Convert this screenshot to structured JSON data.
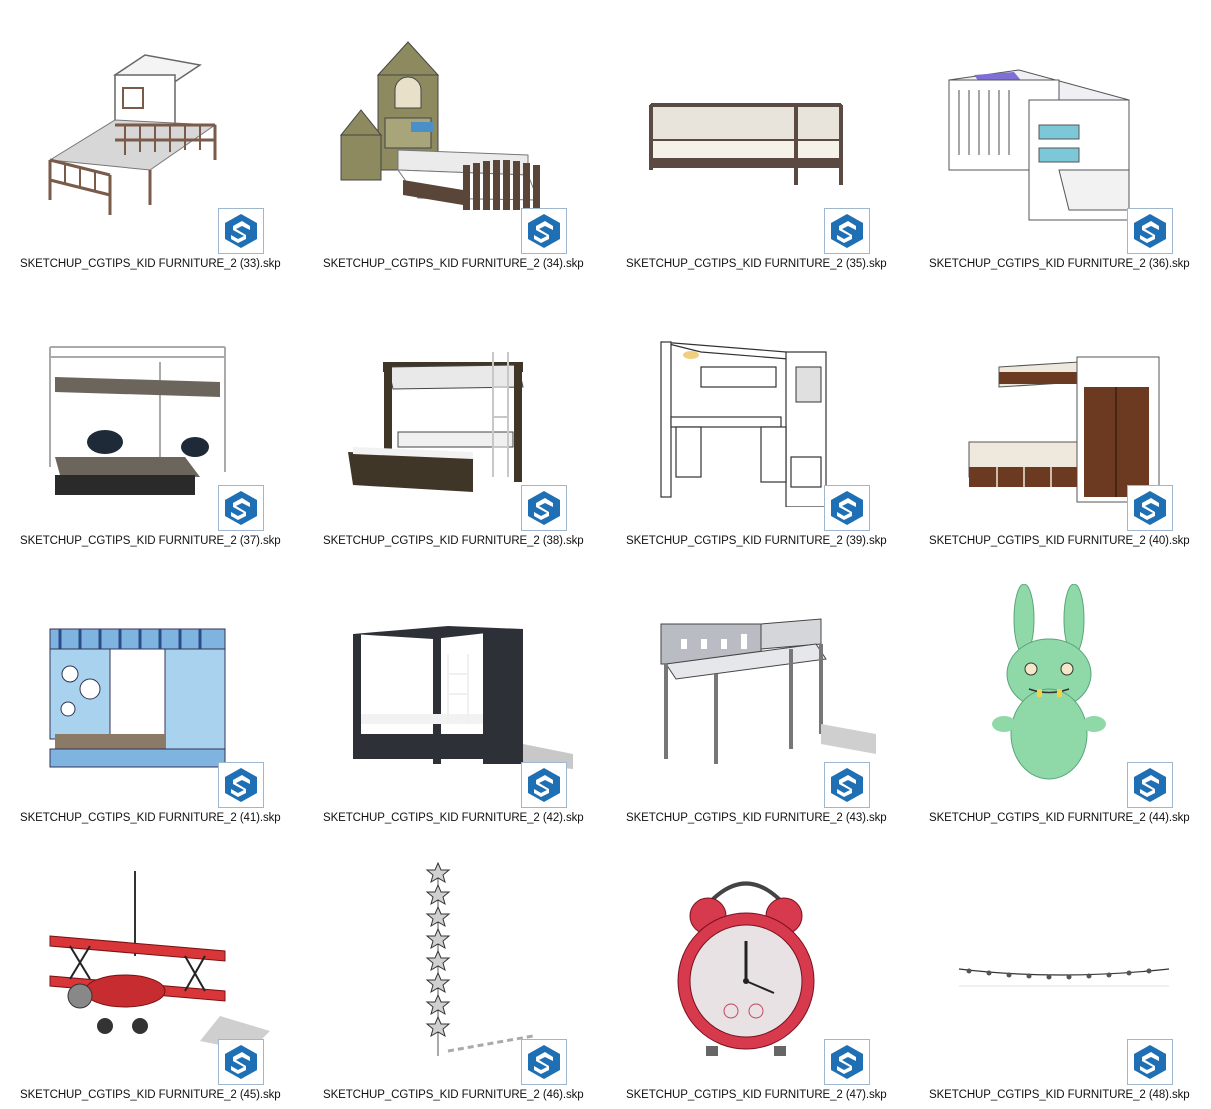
{
  "files": [
    {
      "name": "SKETCHUP_CGTIPS_KID FURNITURE_2 (33).skp",
      "thumbnail": "cabin-bed"
    },
    {
      "name": "SKETCHUP_CGTIPS_KID FURNITURE_2 (34).skp",
      "thumbnail": "house-bed"
    },
    {
      "name": "SKETCHUP_CGTIPS_KID FURNITURE_2 (35).skp",
      "thumbnail": "daybed"
    },
    {
      "name": "SKETCHUP_CGTIPS_KID FURNITURE_2 (36).skp",
      "thumbnail": "crib"
    },
    {
      "name": "SKETCHUP_CGTIPS_KID FURNITURE_2 (37).skp",
      "thumbnail": "metal-bunk-bed"
    },
    {
      "name": "SKETCHUP_CGTIPS_KID FURNITURE_2 (38).skp",
      "thumbnail": "trundle-bunk-bed"
    },
    {
      "name": "SKETCHUP_CGTIPS_KID FURNITURE_2 (39).skp",
      "thumbnail": "loft-desk-bed"
    },
    {
      "name": "SKETCHUP_CGTIPS_KID FURNITURE_2 (40).skp",
      "thumbnail": "wardrobe-bunk-bed"
    },
    {
      "name": "SKETCHUP_CGTIPS_KID FURNITURE_2 (41).skp",
      "thumbnail": "blue-bunk-bed"
    },
    {
      "name": "SKETCHUP_CGTIPS_KID FURNITURE_2 (42).skp",
      "thumbnail": "dark-bunk-bed"
    },
    {
      "name": "SKETCHUP_CGTIPS_KID FURNITURE_2 (43).skp",
      "thumbnail": "loft-bed"
    },
    {
      "name": "SKETCHUP_CGTIPS_KID FURNITURE_2 (44).skp",
      "thumbnail": "bunny-toy"
    },
    {
      "name": "SKETCHUP_CGTIPS_KID FURNITURE_2 (45).skp",
      "thumbnail": "biplane-toy"
    },
    {
      "name": "SKETCHUP_CGTIPS_KID FURNITURE_2 (46).skp",
      "thumbnail": "star-garland"
    },
    {
      "name": "SKETCHUP_CGTIPS_KID FURNITURE_2 (47).skp",
      "thumbnail": "alarm-clock"
    },
    {
      "name": "SKETCHUP_CGTIPS_KID FURNITURE_2 (48).skp",
      "thumbnail": "string-lights"
    }
  ],
  "colors": {
    "sketchup_badge": "#1f6fb4",
    "label_text": "#111111"
  }
}
